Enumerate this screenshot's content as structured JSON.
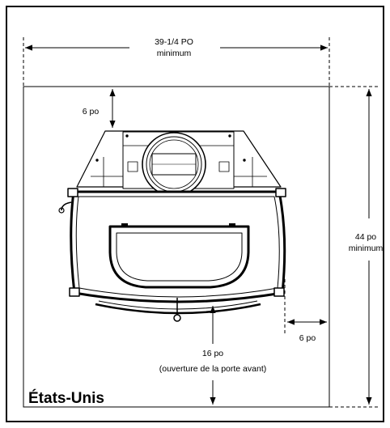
{
  "dimensions": {
    "width_line1": "39-1/4 PO",
    "width_line2": "minimum",
    "top_clearance": "6 po",
    "depth_line1": "44 po",
    "depth_line2": "minimum",
    "side_clearance": "6 po",
    "front_line1": "16 po",
    "front_line2": "(ouverture de la porte avant)"
  },
  "region_label": "États-Unis"
}
